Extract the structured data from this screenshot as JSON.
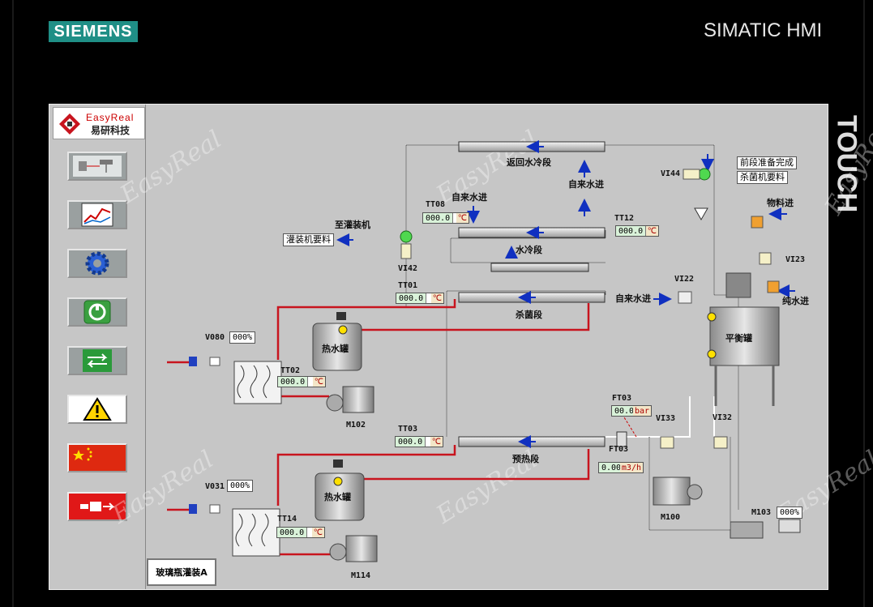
{
  "brand": {
    "logo_text": "SIEMENS",
    "title": "SIMATIC HMI",
    "touch": "TOUCH"
  },
  "company": {
    "name_en": "EasyReal",
    "name_cn": "易研科技"
  },
  "nav": [
    {
      "name": "process-overview-icon"
    },
    {
      "name": "trend-chart-icon"
    },
    {
      "name": "settings-gear-icon"
    },
    {
      "name": "recipe-icon"
    },
    {
      "name": "transfer-arrows-icon"
    },
    {
      "name": "warning-icon"
    },
    {
      "name": "china-flag-icon"
    },
    {
      "name": "exit-icon"
    }
  ],
  "bottom_button": "玻璃瓶灌装A",
  "labels": {
    "return_water": "返回水冷段",
    "tap_in_1": "自来水进",
    "tap_in_2": "自来水进",
    "tap_in_3": "自来水进",
    "to_filler": "至灌装机",
    "filler_request": "灌装机要料",
    "water_cool": "水冷段",
    "sterilize": "杀菌段",
    "preheat": "预热段",
    "hot_tank_1": "热水罐",
    "hot_tank_2": "热水罐",
    "balance_tank": "平衡罐",
    "material_in": "物料进",
    "pure_water_in": "纯水进",
    "pre_ready": "前段准备完成",
    "sterilizer_request": "杀菌机要料"
  },
  "tags": {
    "VI44": "VI44",
    "VI42": "VI42",
    "VI22": "VI22",
    "VI23": "VI23",
    "VI33": "VI33",
    "VI32": "VI32",
    "V080": "V080",
    "V031": "V031",
    "M102": "M102",
    "M114": "M114",
    "M100": "M100",
    "M103": "M103",
    "TT08": "TT08",
    "TT12": "TT12",
    "TT01": "TT01",
    "TT02": "TT02",
    "TT03": "TT03",
    "TT14": "TT14",
    "FT03a": "FT03",
    "FT03b": "FT03"
  },
  "displays": {
    "TT08": {
      "value": "000.0",
      "unit": "℃"
    },
    "TT12": {
      "value": "000.0",
      "unit": "℃"
    },
    "TT01": {
      "value": "000.0",
      "unit": "℃"
    },
    "TT02": {
      "value": "000.0",
      "unit": "℃"
    },
    "TT03": {
      "value": "000.0",
      "unit": "℃"
    },
    "TT14": {
      "value": "000.0",
      "unit": "℃"
    },
    "FT03_p": {
      "value": "00.0",
      "unit": "bar"
    },
    "FT03_f": {
      "value": "0.00",
      "unit": "m3/h"
    }
  },
  "percents": {
    "V080": "000%",
    "V031": "000%",
    "M103": "000%"
  },
  "watermark": "EasyReal",
  "colors": {
    "hot_pipe": "#c8141e",
    "blue_arrow": "#1030c0",
    "screen_bg": "#c6c6c6"
  }
}
